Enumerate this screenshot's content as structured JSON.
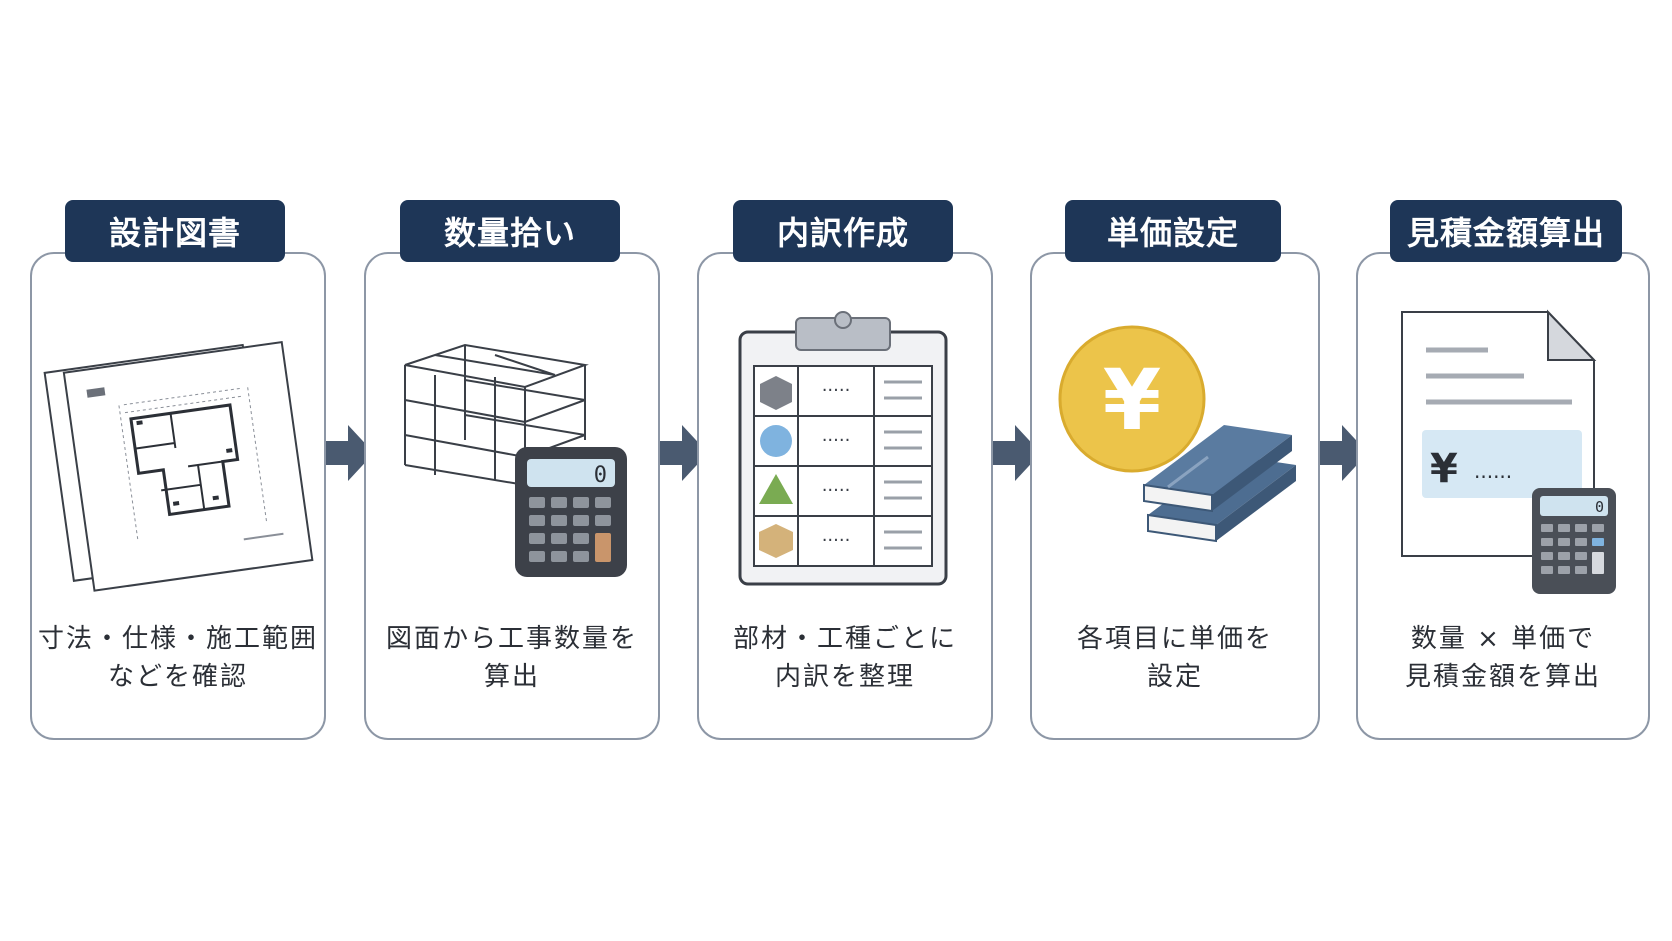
{
  "steps": [
    {
      "title": "設計図書",
      "desc_line1": "寸法・仕様・施工範囲",
      "desc_line2": "などを確認",
      "icon": "blueprint-icon"
    },
    {
      "title": "数量拾い",
      "desc_line1": "図面から工事数量を",
      "desc_line2": "算出",
      "icon": "structure-calculator-icon"
    },
    {
      "title": "内訳作成",
      "desc_line1": "部材・工種ごとに",
      "desc_line2": "内訳を整理",
      "icon": "clipboard-icon"
    },
    {
      "title": "単価設定",
      "desc_line1": "各項目に単価を",
      "desc_line2": "設定",
      "icon": "yen-coin-books-icon"
    },
    {
      "title": "見積金額算出",
      "desc_line1": "数量 × 単価で",
      "desc_line2": "見積金額を算出",
      "icon": "estimate-document-icon"
    }
  ],
  "calculator_display": "0",
  "yen_symbol": "¥",
  "estimate_dots": "......",
  "colors": {
    "badge": "#1e3657",
    "arrow": "#4a5a70",
    "border": "#8d97a6",
    "coin": "#ecc44a",
    "book": "#4d6d91",
    "highlight": "#d6e8f4"
  }
}
